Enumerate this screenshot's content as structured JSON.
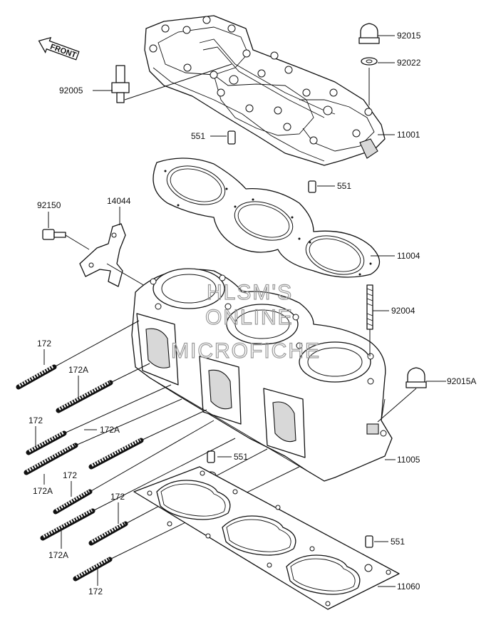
{
  "front_arrow": {
    "label": "FRONT"
  },
  "watermark": {
    "lines": [
      "HLSM'S",
      "ONLINE",
      "MICROFICHE"
    ]
  },
  "labels": {
    "p92015": "92015",
    "p92022": "92022",
    "p92005": "92005",
    "p551_a": "551",
    "p11001": "11001",
    "p551_b": "551",
    "p92150": "92150",
    "p14044": "14044",
    "p11004": "11004",
    "p92004": "92004",
    "p172_a": "172",
    "p172A_a": "172A",
    "p92015A": "92015A",
    "p172_b": "172",
    "p172A_b": "172A",
    "p551_c": "551",
    "p11005": "11005",
    "p172A_c": "172A",
    "p172_c": "172",
    "p172_d": "172",
    "p551_d": "551",
    "p172A_d": "172A",
    "p11060": "11060",
    "p172_e": "172"
  }
}
